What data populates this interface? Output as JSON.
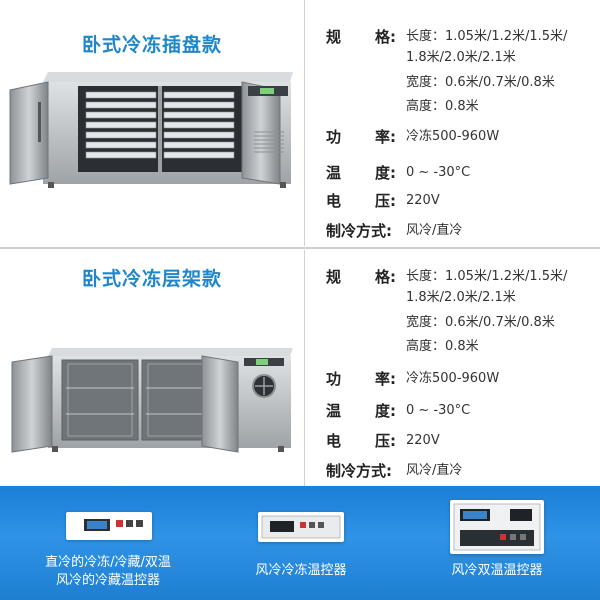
{
  "products": [
    {
      "title": "卧式冷冻插盘款",
      "specs": [
        {
          "label": [
            "规",
            "格:"
          ],
          "value": "长度：1.05米/1.2米/1.5米/\n1.8米/2.0米/2.1米"
        },
        {
          "label": [
            "",
            ""
          ],
          "value": "宽度：0.6米/0.7米/0.8米"
        },
        {
          "label": [
            "",
            ""
          ],
          "value": "高度：0.8米"
        },
        {
          "label": [
            "功",
            "率:"
          ],
          "value": "冷冻500-960W"
        },
        {
          "label": [
            "温",
            "度:"
          ],
          "value": "0 ~ -30°C"
        },
        {
          "label": [
            "电",
            "压:"
          ],
          "value": "220V"
        },
        {
          "label": [
            "制冷方式:",
            ""
          ],
          "value": "风冷/直冷"
        }
      ]
    },
    {
      "title": "卧式冷冻层架款",
      "specs": [
        {
          "label": [
            "规",
            "格:"
          ],
          "value": "长度：1.05米/1.2米/1.5米/\n1.8米/2.0米/2.1米"
        },
        {
          "label": [
            "",
            ""
          ],
          "value": "宽度：0.6米/0.7米/0.8米"
        },
        {
          "label": [
            "",
            ""
          ],
          "value": "高度：0.8米"
        },
        {
          "label": [
            "功",
            "率:"
          ],
          "value": "冷冻500-960W"
        },
        {
          "label": [
            "温",
            "度:"
          ],
          "value": "0 ~ -30°C"
        },
        {
          "label": [
            "电",
            "压:"
          ],
          "value": "220V"
        },
        {
          "label": [
            "制冷方式:",
            ""
          ],
          "value": "风冷/直冷"
        }
      ]
    }
  ],
  "controllers": [
    {
      "caption_line1": "直冷的冷冻/冷藏/双温",
      "caption_line2": "风冷的冷藏温控器"
    },
    {
      "caption_line1": "风冷冷冻温控器",
      "caption_line2": ""
    },
    {
      "caption_line1": "风冷双温温控器",
      "caption_line2": ""
    }
  ],
  "colors": {
    "title_blue": "#1f86c9",
    "banner_blue": "#1f84d8"
  }
}
